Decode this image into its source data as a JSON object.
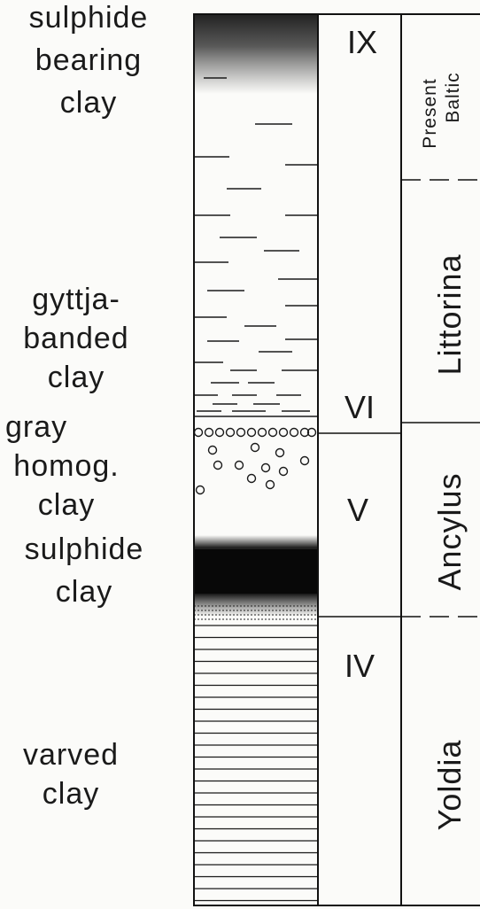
{
  "lithology": [
    {
      "id": "sulphide-bearing",
      "lines": [
        "sulphide",
        "bearing",
        "clay"
      ]
    },
    {
      "id": "gyttja-banded",
      "lines": [
        "gyttja-",
        "banded",
        "clay"
      ]
    },
    {
      "id": "gray-homog",
      "lines": [
        "gray",
        "homog.",
        "clay"
      ]
    },
    {
      "id": "sulphide",
      "lines": [
        "sulphide",
        "clay"
      ]
    },
    {
      "id": "varved",
      "lines": [
        "varved",
        "clay"
      ]
    }
  ],
  "zones": [
    "IX",
    "VI",
    "V",
    "IV"
  ],
  "stages": {
    "present_baltic": [
      "Present",
      "Baltic"
    ],
    "littorina": "Littorina",
    "ancylus": "Ancylus",
    "yoldia": "Yoldia"
  }
}
